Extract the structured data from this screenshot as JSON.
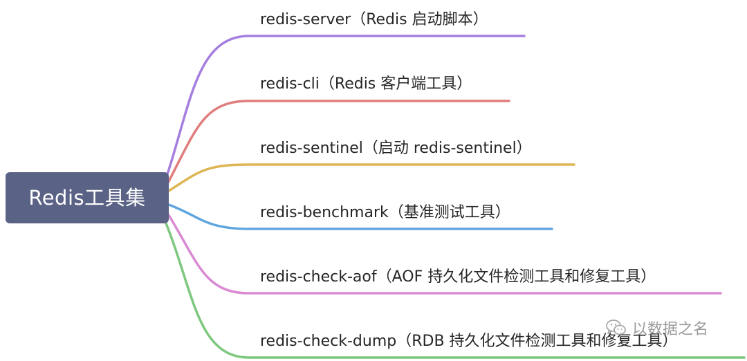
{
  "root": {
    "label": "Redis工具集",
    "color": "#5a6285"
  },
  "branches": [
    {
      "label": "redis-server（Redis 启动脚本）",
      "color": "#a57ee0"
    },
    {
      "label": "redis-cli（Redis 客户端工具）",
      "color": "#e07d7d"
    },
    {
      "label": "redis-sentinel（启动 redis-sentinel）",
      "color": "#ddb553"
    },
    {
      "label": "redis-benchmark（基准测试工具）",
      "color": "#5fa5dd"
    },
    {
      "label": "redis-check-aof（AOF 持久化文件检测工具和修复工具）",
      "color": "#d98ad2"
    },
    {
      "label": "redis-check-dump（RDB 持久化文件检测工具和修复工具）",
      "color": "#7ec77e"
    }
  ],
  "watermark": {
    "text": "以数据之名",
    "icon": "wechat-icon"
  }
}
